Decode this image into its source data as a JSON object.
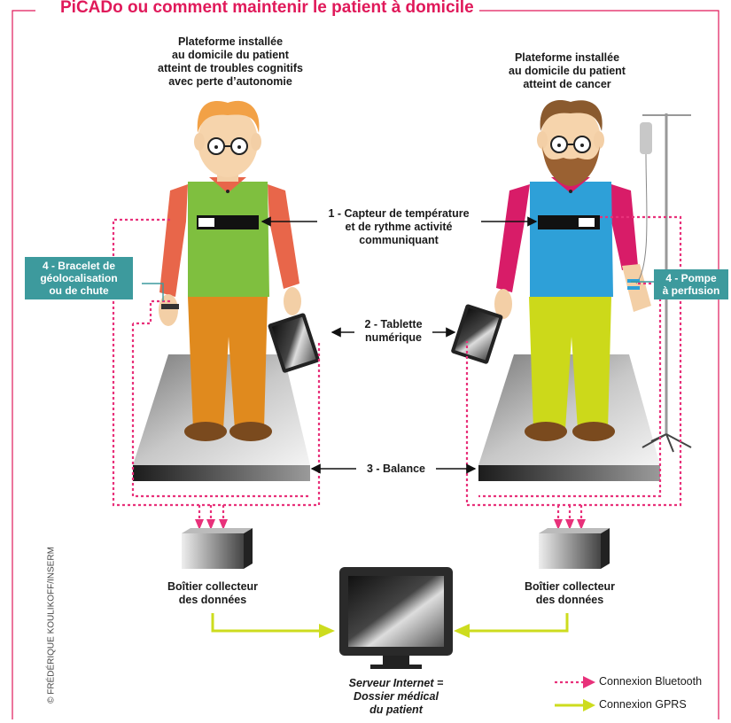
{
  "title": "PiCADo ou comment maintenir le patient à domicile",
  "left_platform": {
    "lines": [
      "Plateforme installée",
      "au domicile du patient",
      "atteint de troubles cognitifs",
      "avec perte d’autonomie"
    ]
  },
  "right_platform": {
    "lines": [
      "Plateforme installée",
      "au domicile du patient",
      "atteint de cancer"
    ]
  },
  "labels": {
    "sensor": [
      "1 - Capteur de température",
      "et de rythme activité",
      "communiquant"
    ],
    "tablet": [
      "2 - Tablette",
      "numérique"
    ],
    "scale": "3 - Balance",
    "bracelet": [
      "4 - Bracelet  de",
      "géolocalisation",
      "ou de chute"
    ],
    "pump": [
      "4 - Pompe",
      "à perfusion"
    ],
    "collector_left": [
      "Boîtier collecteur",
      "des données"
    ],
    "collector_right": [
      "Boîtier collecteur",
      "des données"
    ],
    "server": [
      "Serveur Internet =",
      "Dossier médical",
      "du patient"
    ]
  },
  "legend": {
    "bluetooth": "Connexion Bluetooth",
    "gprs": "Connexion GPRS"
  },
  "credit": "© FRÉDÉRIQUE KOULIKOFF/INSERM",
  "colors": {
    "title": "#e0195a",
    "bluetooth": "#e8317a",
    "gprs": "#cddc1e",
    "badge": "#3d9a9d",
    "frame": "#e0195a"
  }
}
